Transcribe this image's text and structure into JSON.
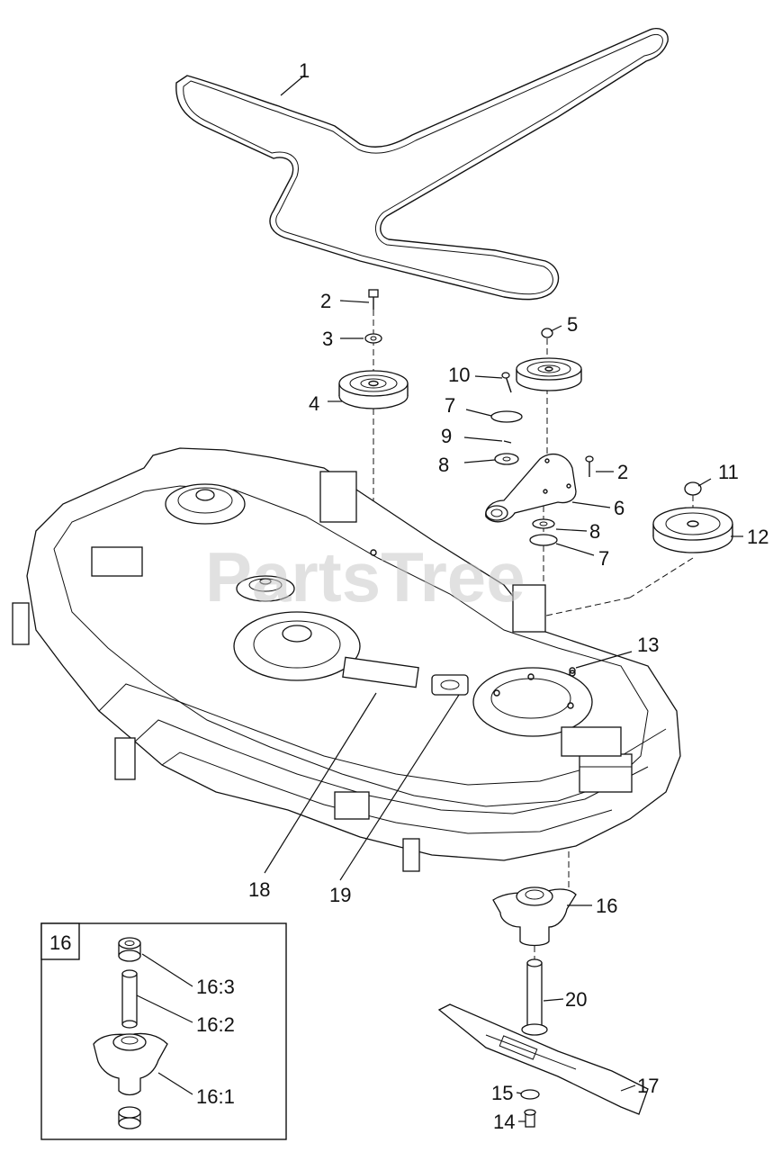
{
  "watermark": "PartsTree",
  "parts": {
    "p1": "1",
    "p2a": "2",
    "p2b": "2",
    "p3": "3",
    "p4": "4",
    "p5": "5",
    "p6": "6",
    "p7a": "7",
    "p7b": "7",
    "p8a": "8",
    "p8b": "8",
    "p9": "9",
    "p10": "10",
    "p11": "11",
    "p12": "12",
    "p13": "13",
    "p14": "14",
    "p15": "15",
    "p16": "16",
    "p17": "17",
    "p18": "18",
    "p19": "19",
    "p20": "20"
  },
  "inset": {
    "title": "16",
    "l163": "16:3",
    "l162": "16:2",
    "l161": "16:1"
  }
}
